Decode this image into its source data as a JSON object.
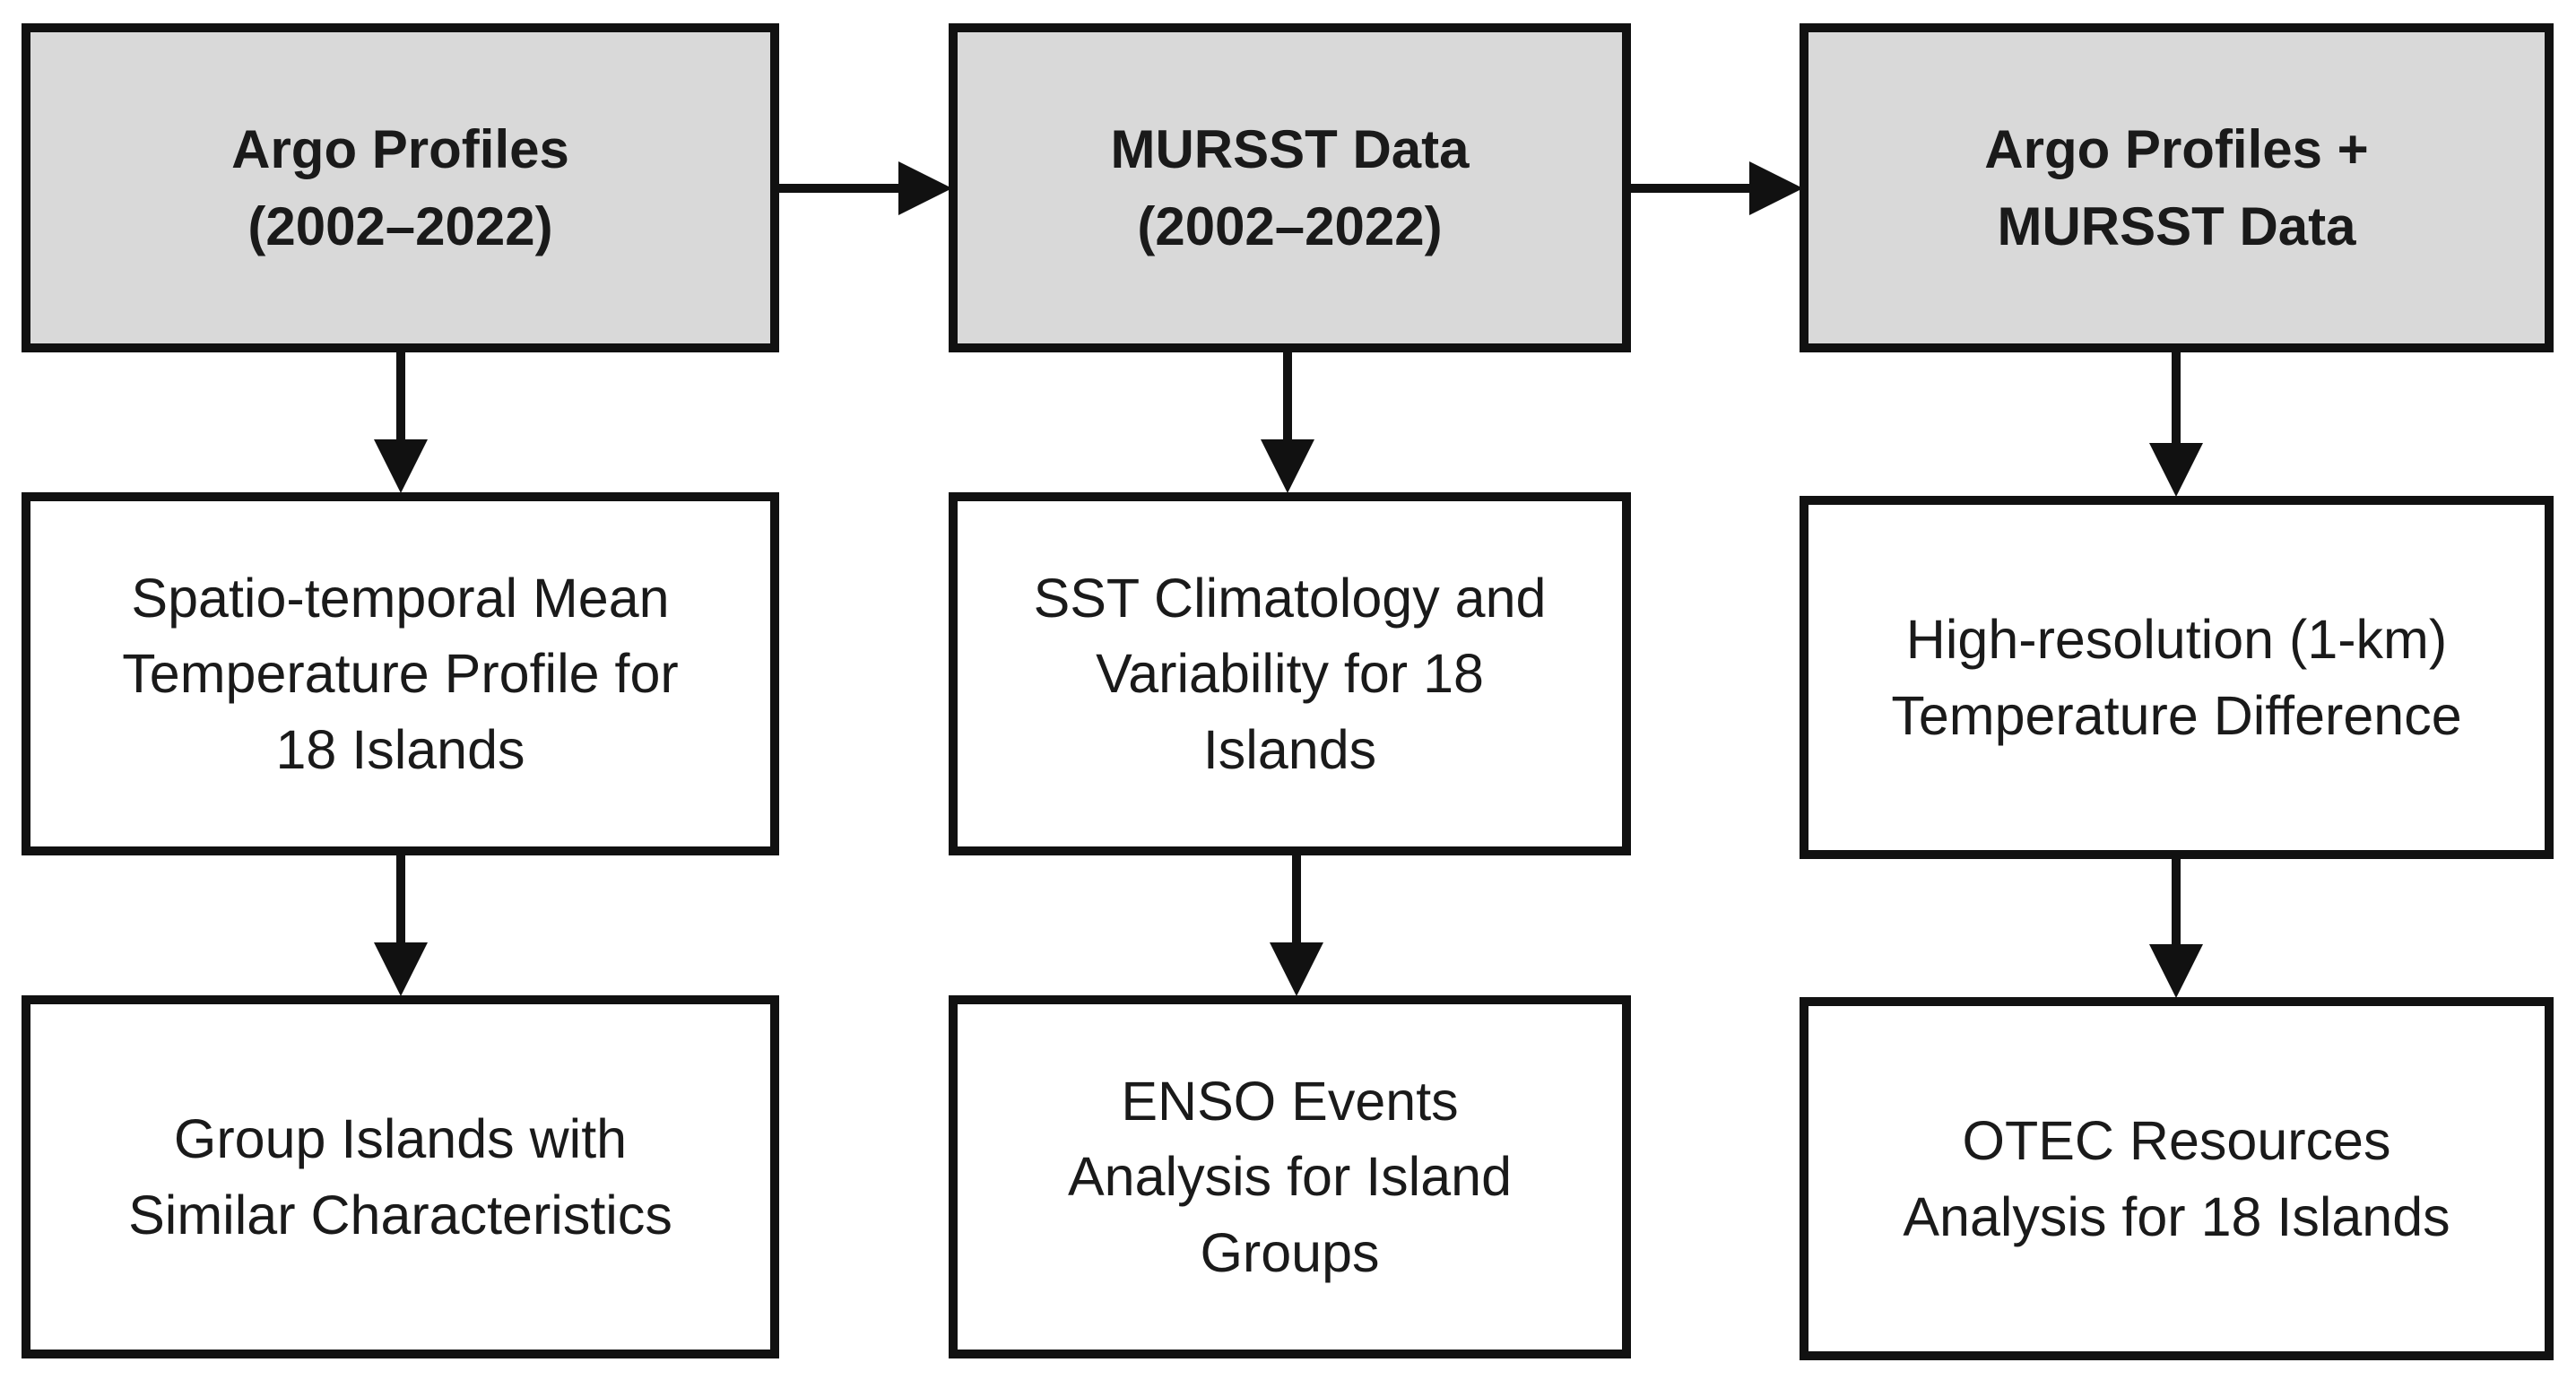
{
  "colors": {
    "header_fill": "#d9d9d9",
    "step_fill": "#ffffff",
    "border": "#111111",
    "text": "#1a1a1a"
  },
  "columns": [
    {
      "header": "Argo Profiles\n(2002–2022)",
      "step1": "Spatio-temporal Mean\nTemperature Profile for\n18 Islands",
      "step2": "Group Islands with\nSimilar Characteristics"
    },
    {
      "header": "MURSST Data\n(2002–2022)",
      "step1": "SST Climatology and\nVariability for 18\nIslands",
      "step2": "ENSO Events\nAnalysis for Island\nGroups"
    },
    {
      "header": "Argo Profiles +\nMURSST Data",
      "step1": "High-resolution (1-km)\nTemperature Difference",
      "step2": "OTEC Resources\nAnalysis for 18 Islands"
    }
  ]
}
